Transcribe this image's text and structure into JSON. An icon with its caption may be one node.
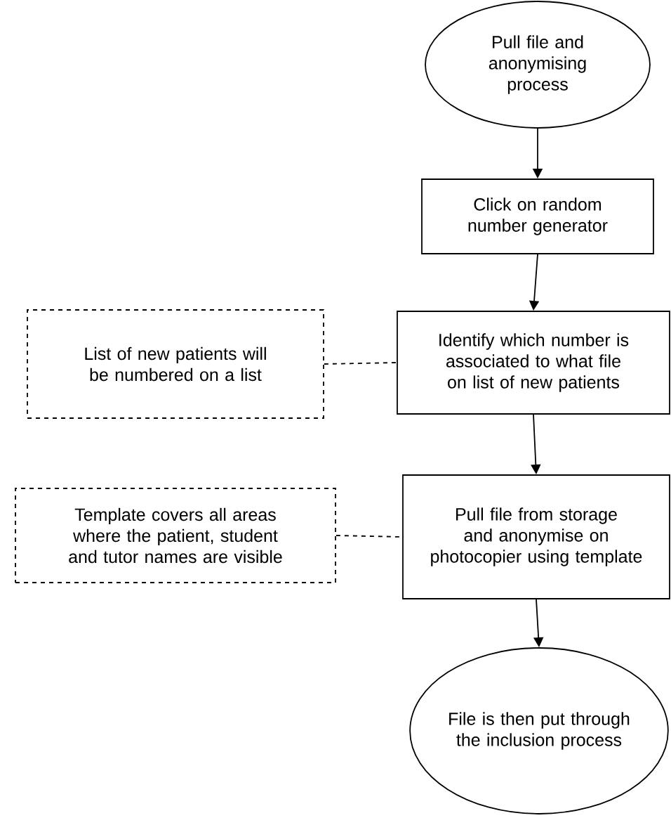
{
  "diagram": {
    "nodes": [
      {
        "text": [
          "Pull file and anonymising process"
        ]
      },
      {
        "text": [
          "Click on random number generator"
        ]
      },
      {
        "text": [
          "Identify which number is associated to what file on list of new patients"
        ]
      },
      {
        "text": [
          "Pull file from storage and anonymise on photocopier using template"
        ]
      },
      {
        "text": [
          "File is then put through the inclusion process"
        ]
      },
      {
        "text": [
          "List of new patients will be numbered on a list"
        ]
      },
      {
        "text": [
          "Template covers all areas where the patient, student and tutor names are visible"
        ]
      }
    ],
    "edges": [
      {
        "from": 0,
        "to": 1,
        "arrow": "to"
      },
      {
        "from": 1,
        "to": 2,
        "arrow": "to"
      },
      {
        "from": 2,
        "to": 3,
        "arrow": "to"
      },
      {
        "from": 3,
        "to": 4,
        "arrow": "to"
      },
      {
        "from": 5,
        "to": 2,
        "arrow": "none",
        "style": "dashed"
      },
      {
        "from": 6,
        "to": 3,
        "arrow": "none",
        "style": "dashed"
      }
    ]
  }
}
